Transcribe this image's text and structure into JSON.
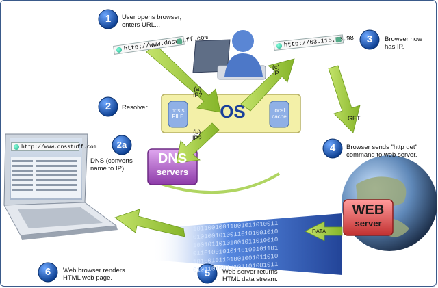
{
  "steps": [
    {
      "num": "1",
      "text": "User opens browser,\nenters URL..."
    },
    {
      "num": "2",
      "text": "Resolver."
    },
    {
      "num": "2a",
      "text": "DNS (converts\nname to IP)."
    },
    {
      "num": "3",
      "text": "Browser now\nhas IP."
    },
    {
      "num": "4",
      "text": "Browser sends \"http get\"\ncommand to web server."
    },
    {
      "num": "5",
      "text": "Web server returns\nHTML data stream."
    },
    {
      "num": "6",
      "text": "Web browser renders\nHTML web page."
    }
  ],
  "url_left": "http://www.dnsstuff.com",
  "url_right": "http://63.115.78.98",
  "url_laptop": "http://www.dnsstuff.com",
  "os": {
    "title": "OS",
    "hosts": "hosts\nFILE",
    "cache": "local\ncache"
  },
  "dns": {
    "line1": "DNS",
    "line2": "servers"
  },
  "web": {
    "line1": "WEB",
    "line2": "server"
  },
  "arrows": {
    "a": "(a)\nIP?",
    "b": "(b)\nIP?",
    "c": "(c)\nIP",
    "get": "GET",
    "data": "DATA"
  },
  "binary": [
    "10110010011001011010011",
    "01010010100110101001010",
    "10010110101001011010010",
    "01101001010110100101101",
    "10100101101001001011010",
    "01011010010101101001011"
  ],
  "colors": {
    "step_badge": "#1a5fb4",
    "arrow": "#9ccb3b",
    "os_box": "#f3f0a8",
    "dns_box": "#c070d8",
    "web_box": "#e86b6b"
  }
}
